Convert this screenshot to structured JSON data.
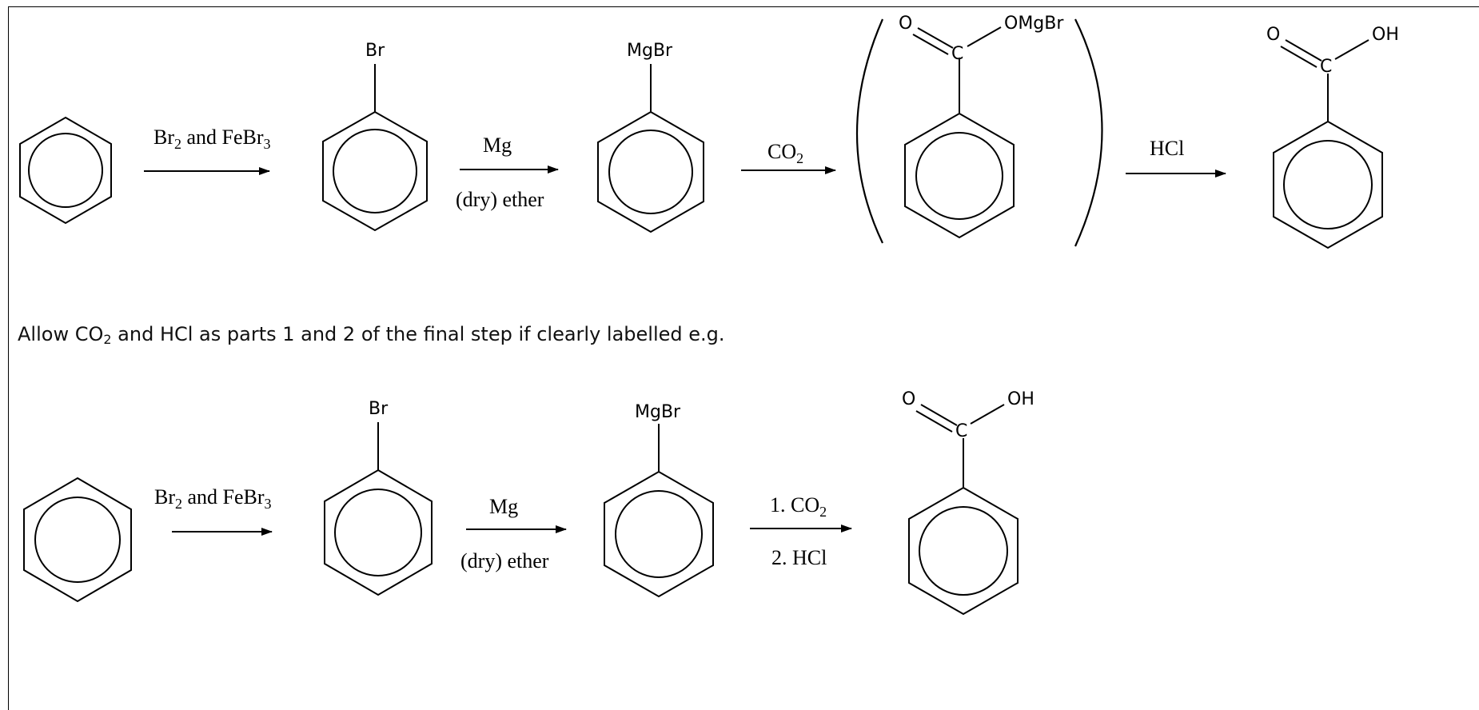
{
  "scheme1": {
    "step1_reagent_text": "Br",
    "step1_reagent_sub": "2",
    "step1_reagent_mid": " and FeBr",
    "step1_reagent_sub2": "3",
    "bromobenzene_label": "Br",
    "step2_reagent_top": "Mg",
    "step2_reagent_bottom": "(dry) ether",
    "grignard_label": "MgBr",
    "step3_reagent": "CO",
    "step3_reagent_sub": "2",
    "intermediate_o": "O",
    "intermediate_c": "C",
    "intermediate_omgbr": "OMgBr",
    "step4_reagent": "HCl",
    "product_o": "O",
    "product_c": "C",
    "product_oh": "OH"
  },
  "note": {
    "text_before": "Allow CO",
    "sub": "2",
    "text_after": " and HCl as parts 1 and 2 of the final step if clearly labelled e.g."
  },
  "scheme2": {
    "step1_reagent_text": "Br",
    "step1_reagent_sub": "2",
    "step1_reagent_mid": " and FeBr",
    "step1_reagent_sub2": "3",
    "bromobenzene_label": "Br",
    "step2_reagent_top": "Mg",
    "step2_reagent_bottom": "(dry) ether",
    "grignard_label": "MgBr",
    "step3_reagent_top": "1. CO",
    "step3_reagent_top_sub": "2",
    "step3_reagent_bottom": "2. HCl",
    "product_o": "O",
    "product_c": "C",
    "product_oh": "OH"
  }
}
